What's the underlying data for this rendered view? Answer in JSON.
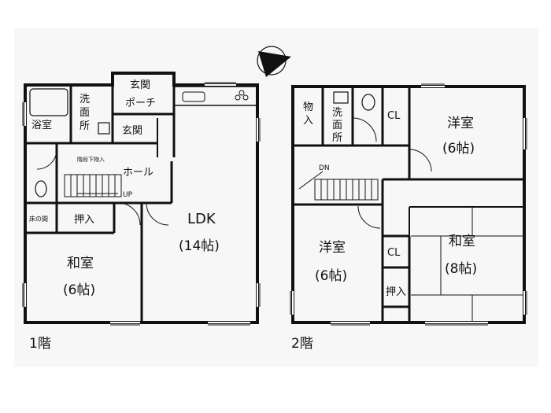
{
  "floors": [
    {
      "name": "1階",
      "rooms": {
        "bath": "浴室",
        "wash_line1": "洗",
        "wash_line2": "面",
        "wash_line3": "所",
        "porch_line1": "玄関",
        "porch_line2": "ポーチ",
        "entrance": "玄関",
        "stair_storage": "階段下物入",
        "hall": "ホール",
        "up": "UP",
        "toko": "床の間",
        "oshiire": "押入",
        "washitsu": "和室",
        "washitsu_size": "(6帖)",
        "ldk": "LDK",
        "ldk_size": "(14帖)"
      }
    },
    {
      "name": "2階",
      "rooms": {
        "storage_line1": "物",
        "storage_line2": "入",
        "wash_line1": "洗",
        "wash_line2": "面",
        "wash_line3": "所",
        "cl1": "CL",
        "youshitsu1": "洋室",
        "youshitsu1_size": "(6帖)",
        "dn": "DN",
        "youshitsu2": "洋室",
        "youshitsu2_size": "(6帖)",
        "cl2": "CL",
        "washitsu": "和室",
        "washitsu_size": "(8帖)",
        "oshiire": "押入"
      }
    }
  ],
  "colors": {
    "wall": "#111111",
    "background": "#f7f7f7"
  },
  "compass": {
    "icon": "north-arrow-icon"
  }
}
